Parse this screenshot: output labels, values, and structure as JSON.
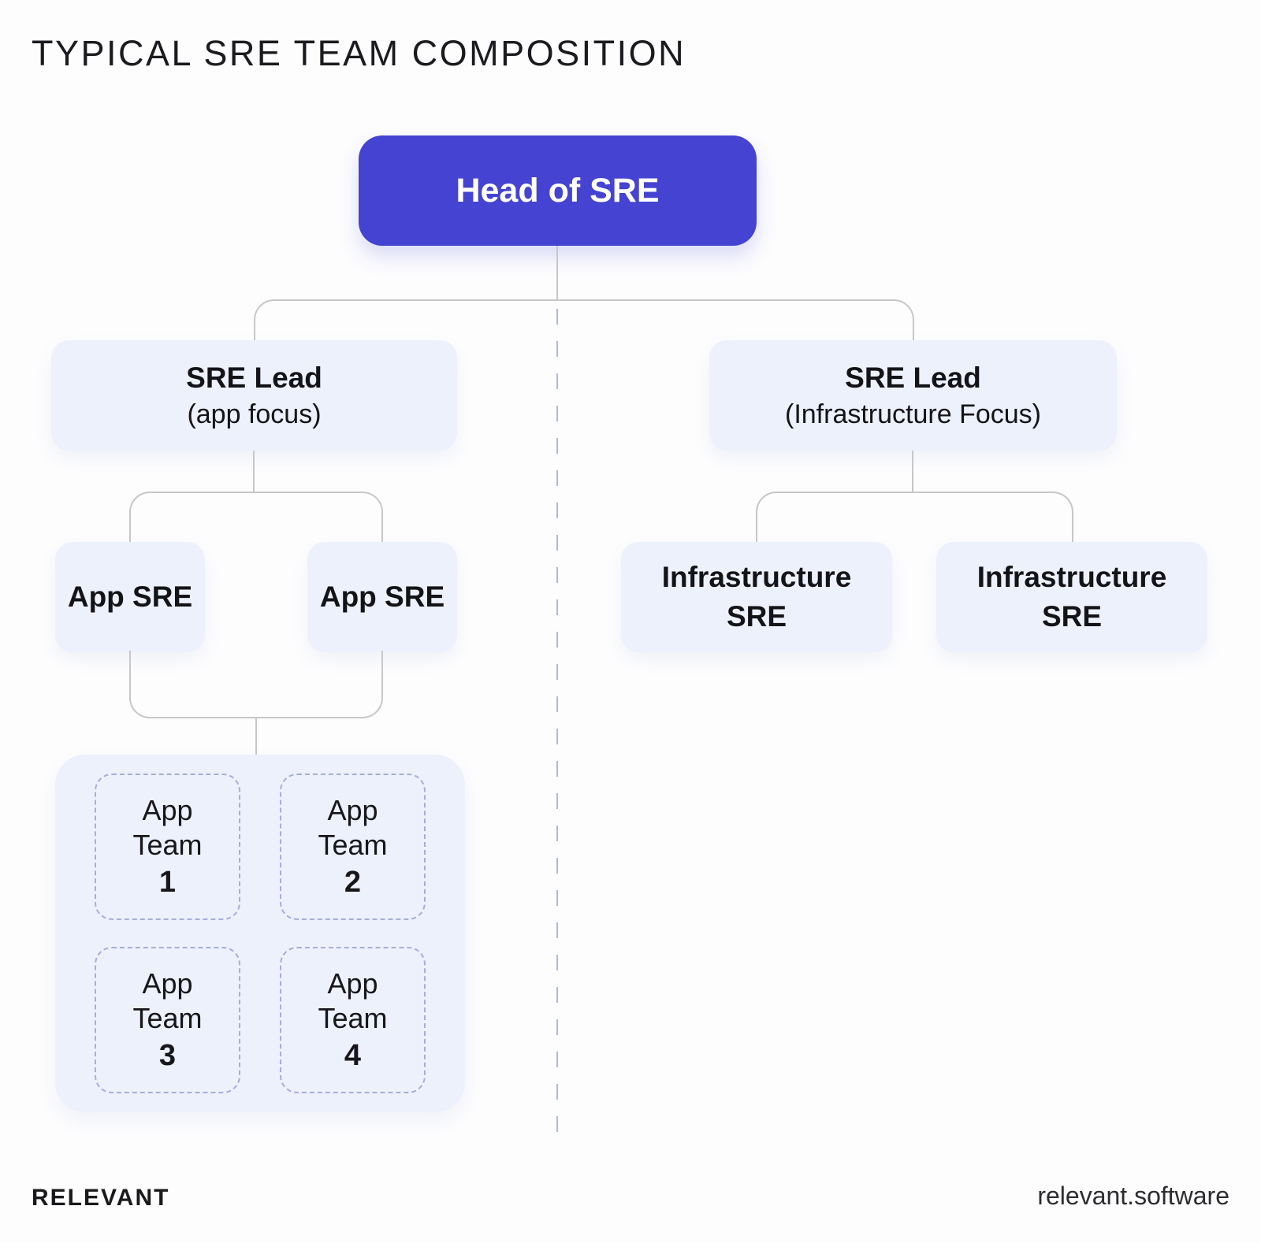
{
  "title": "TYPICAL SRE TEAM COMPOSITION",
  "diagram": {
    "root": {
      "label": "Head of SRE"
    },
    "left": {
      "lead_title": "SRE Lead",
      "lead_subtitle": "(app focus)",
      "members": [
        {
          "label": "App SRE"
        },
        {
          "label": "App SRE"
        }
      ],
      "teams": [
        {
          "word1": "App",
          "word2": "Team",
          "number": "1"
        },
        {
          "word1": "App",
          "word2": "Team",
          "number": "2"
        },
        {
          "word1": "App",
          "word2": "Team",
          "number": "3"
        },
        {
          "word1": "App",
          "word2": "Team",
          "number": "4"
        }
      ]
    },
    "right": {
      "lead_title": "SRE Lead",
      "lead_subtitle": "(Infrastructure Focus)",
      "members": [
        {
          "label": "Infrastructure SRE"
        },
        {
          "label": "Infrastructure SRE"
        }
      ]
    }
  },
  "footer": {
    "brand": "RELEVANT",
    "website": "relevant.software"
  },
  "colors": {
    "accent": "#4543d1",
    "node_bg": "#edf1fb",
    "connector_gray": "#c7c7c7",
    "team_dash_border": "#a6aedb",
    "divider_dash": "#a8bdd6",
    "text_dark": "#17171b",
    "root_text": "#ffffff"
  }
}
